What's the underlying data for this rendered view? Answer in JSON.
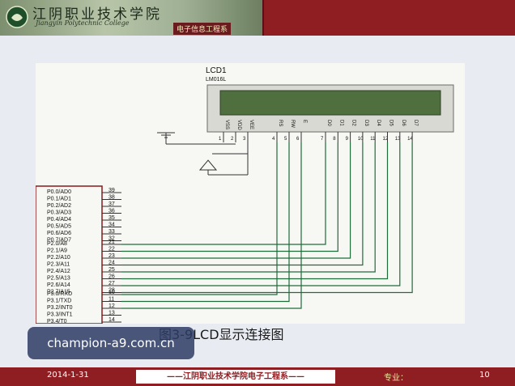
{
  "header": {
    "school_name": "江阴职业技术学院",
    "school_name_en": "Jiangyin Polytechnic College",
    "department": "电子信息工程系"
  },
  "schematic": {
    "lcd_name": "LCD1",
    "lcd_model": "LM016L",
    "lcd_pins": [
      {
        "name": "VSS",
        "num": "1"
      },
      {
        "name": "VDD",
        "num": "2"
      },
      {
        "name": "VEE",
        "num": "3"
      },
      {
        "name": "RS",
        "num": "4"
      },
      {
        "name": "RW",
        "num": "5"
      },
      {
        "name": "E",
        "num": "6"
      },
      {
        "name": "D0",
        "num": "7"
      },
      {
        "name": "D1",
        "num": "8"
      },
      {
        "name": "D2",
        "num": "9"
      },
      {
        "name": "D3",
        "num": "10"
      },
      {
        "name": "D4",
        "num": "11"
      },
      {
        "name": "D5",
        "num": "12"
      },
      {
        "name": "D6",
        "num": "13"
      },
      {
        "name": "D7",
        "num": "14"
      }
    ],
    "mcu_pins": [
      {
        "name": "P0.0/AD0",
        "num": "39"
      },
      {
        "name": "P0.1/AD1",
        "num": "38"
      },
      {
        "name": "P0.2/AD2",
        "num": "37"
      },
      {
        "name": "P0.3/AD3",
        "num": "36"
      },
      {
        "name": "P0.4/AD4",
        "num": "35"
      },
      {
        "name": "P0.5/AD5",
        "num": "34"
      },
      {
        "name": "P0.6/AD6",
        "num": "33"
      },
      {
        "name": "P0.7/AD7",
        "num": "32"
      },
      {
        "name": "P2.0/A8",
        "num": "21"
      },
      {
        "name": "P2.1/A9",
        "num": "22"
      },
      {
        "name": "P2.2/A10",
        "num": "23"
      },
      {
        "name": "P2.3/A11",
        "num": "24"
      },
      {
        "name": "P2.4/A12",
        "num": "25"
      },
      {
        "name": "P2.5/A13",
        "num": "26"
      },
      {
        "name": "P2.6/A14",
        "num": "27"
      },
      {
        "name": "P2.7/A15",
        "num": "28"
      },
      {
        "name": "P3.0/RXD",
        "num": "10"
      },
      {
        "name": "P3.1/TXD",
        "num": "11"
      },
      {
        "name": "P3.2/INT0",
        "num": "12"
      },
      {
        "name": "P3.3/INT1",
        "num": "13"
      },
      {
        "name": "P3.4/T0",
        "num": "14"
      }
    ]
  },
  "caption": "图3-9LCD显示连接图",
  "watermark": "champion-a9.com.cn",
  "footer": {
    "date": "2014-1-31",
    "center": "——江阴职业技术学院电子工程系——",
    "major": "专业：",
    "page": "10"
  },
  "colors": {
    "header_bg": "#8f1e22",
    "slide_bg": "#e8ecf2",
    "wire": "#1f6b3a",
    "lcd_screen": "#4a6a3a"
  }
}
